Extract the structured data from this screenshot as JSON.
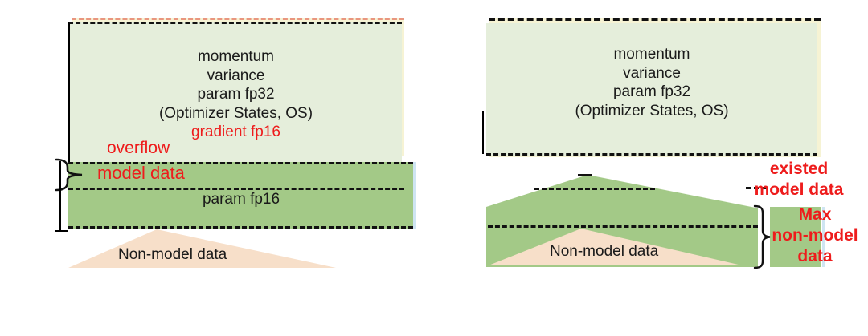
{
  "colors": {
    "light_green": "#e5eedb",
    "dark_green": "#a3c987",
    "peach": "#f7dfc9",
    "cream": "#f6f3d4",
    "salmon_dash": "#e9967f",
    "red_text": "#ee1c1c",
    "pale_blue_edge": "#cfe5f2"
  },
  "left_panel": {
    "os_lines": [
      "momentum",
      "variance",
      "param fp32",
      "(Optimizer States, OS)"
    ],
    "gradient_label": "gradient fp16",
    "overflow_label": "overflow",
    "model_data_label": "model data",
    "param_fp16_label": "param fp16",
    "non_model_label": "Non-model data"
  },
  "right_panel": {
    "os_lines": [
      "momentum",
      "variance",
      "param fp32",
      "(Optimizer States, OS)"
    ],
    "non_model_label": "Non-model data",
    "existed_lines": [
      "existed",
      "model data"
    ],
    "max_lines": [
      "Max",
      "non-model",
      "data"
    ]
  }
}
